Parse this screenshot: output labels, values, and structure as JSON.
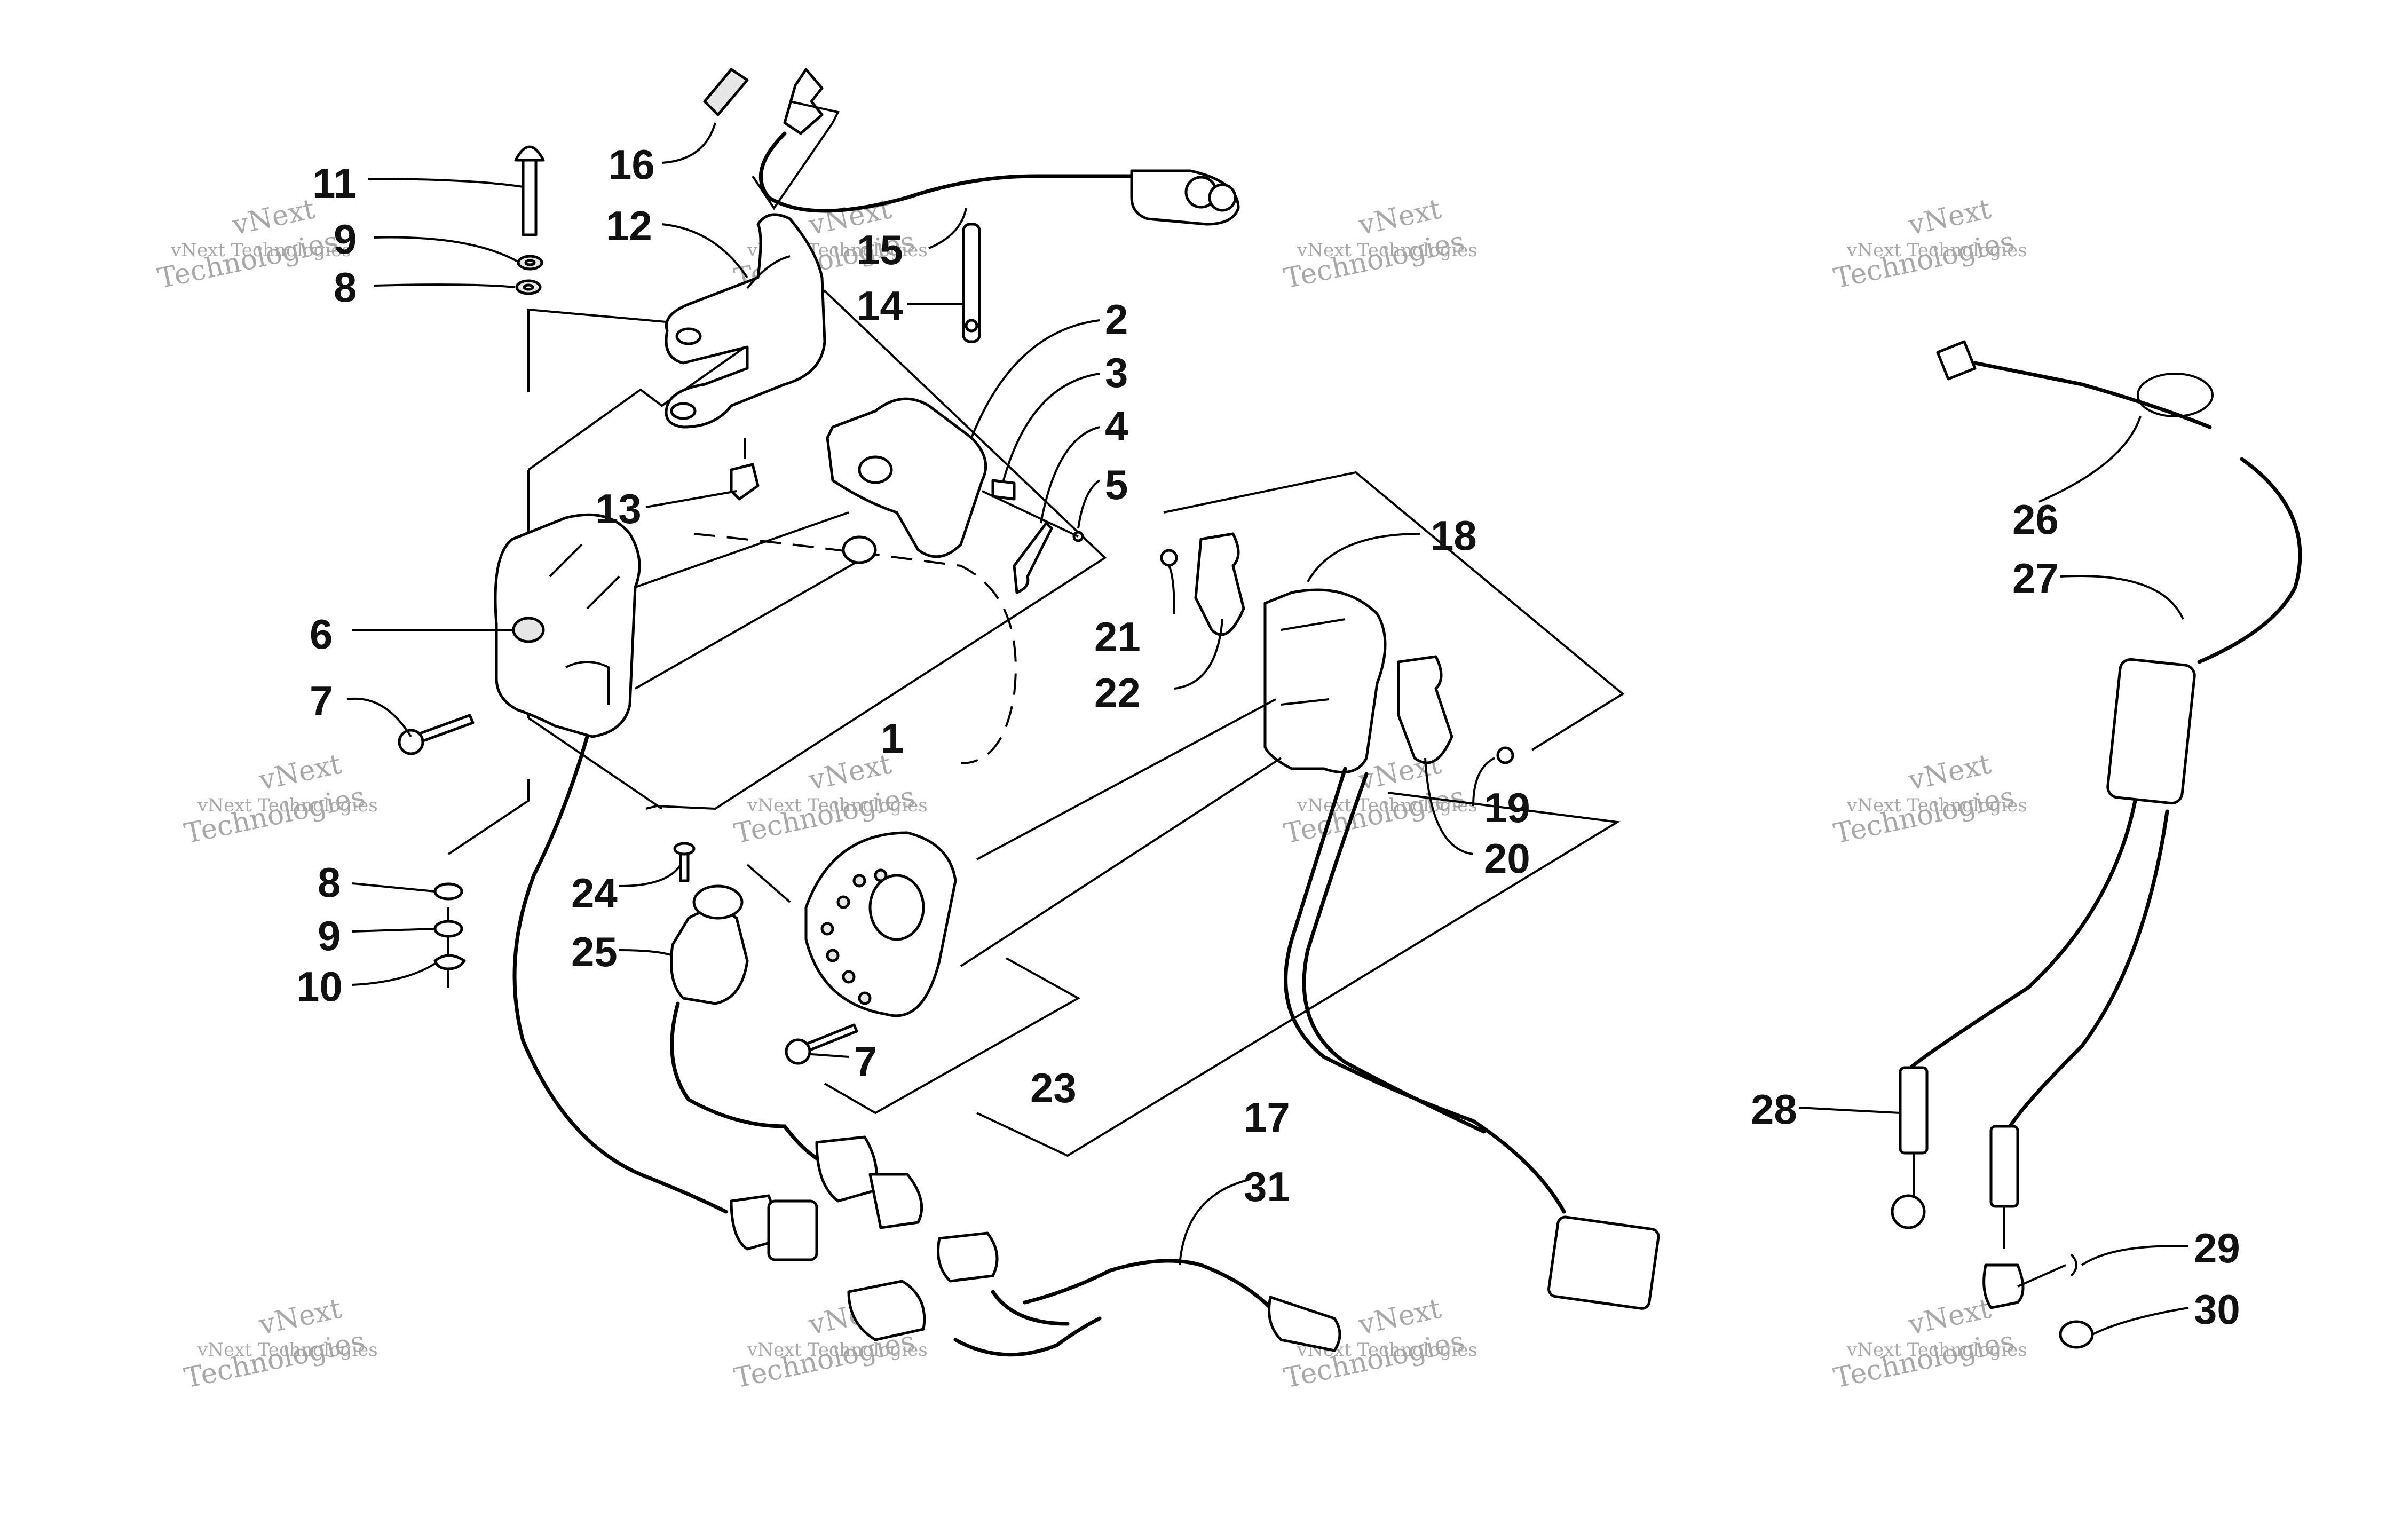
{
  "watermark": {
    "line1": "vNext Technologies",
    "line2": "vNext",
    "line3": "Technologies"
  },
  "callouts": [
    {
      "id": "c1",
      "label": "1"
    },
    {
      "id": "c2",
      "label": "2"
    },
    {
      "id": "c3",
      "label": "3"
    },
    {
      "id": "c4",
      "label": "4"
    },
    {
      "id": "c5",
      "label": "5"
    },
    {
      "id": "c6",
      "label": "6"
    },
    {
      "id": "c7a",
      "label": "7"
    },
    {
      "id": "c7b",
      "label": "7"
    },
    {
      "id": "c8a",
      "label": "8"
    },
    {
      "id": "c8b",
      "label": "8"
    },
    {
      "id": "c9a",
      "label": "9"
    },
    {
      "id": "c9b",
      "label": "9"
    },
    {
      "id": "c10",
      "label": "10"
    },
    {
      "id": "c11",
      "label": "11"
    },
    {
      "id": "c12",
      "label": "12"
    },
    {
      "id": "c13",
      "label": "13"
    },
    {
      "id": "c14",
      "label": "14"
    },
    {
      "id": "c15",
      "label": "15"
    },
    {
      "id": "c16",
      "label": "16"
    },
    {
      "id": "c17",
      "label": "17"
    },
    {
      "id": "c18",
      "label": "18"
    },
    {
      "id": "c19",
      "label": "19"
    },
    {
      "id": "c20",
      "label": "20"
    },
    {
      "id": "c21",
      "label": "21"
    },
    {
      "id": "c22",
      "label": "22"
    },
    {
      "id": "c23",
      "label": "23"
    },
    {
      "id": "c24",
      "label": "24"
    },
    {
      "id": "c25",
      "label": "25"
    },
    {
      "id": "c26",
      "label": "26"
    },
    {
      "id": "c27",
      "label": "27"
    },
    {
      "id": "c28",
      "label": "28"
    },
    {
      "id": "c29",
      "label": "29"
    },
    {
      "id": "c30",
      "label": "30"
    },
    {
      "id": "c31",
      "label": "31"
    }
  ]
}
